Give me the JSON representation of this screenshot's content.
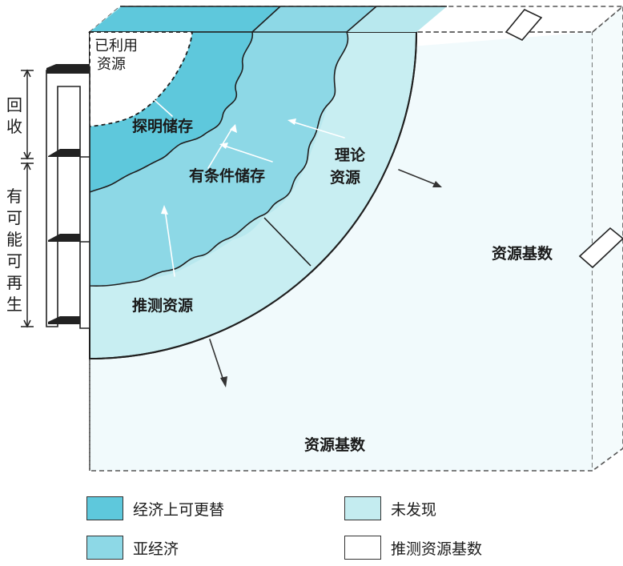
{
  "diagram": {
    "region_labels": {
      "used": [
        "已利用",
        "资源"
      ],
      "explored": "探明储存",
      "conditional": "有条件储存",
      "theoretical": [
        "理论",
        "资源"
      ],
      "speculative": "推测资源",
      "base_right": "资源基数",
      "base_bottom": "资源基数"
    },
    "side_labels": {
      "recycle": [
        "回",
        "收"
      ],
      "renewable": [
        "有",
        "可",
        "能",
        "可",
        "再",
        "生"
      ]
    }
  },
  "legend": [
    {
      "label": "经济上可更替",
      "color": "#5ec8dc"
    },
    {
      "label": "未发现",
      "color": "#c4ecf0"
    },
    {
      "label": "亚经济",
      "color": "#8dd8e6"
    },
    {
      "label": "推测资源基数",
      "color": "#ffffff"
    }
  ],
  "colors": {
    "economic": "#5ec8dc",
    "subeconomic": "#8dd8e6",
    "undiscovered": "#b8e8ee",
    "speculative": "#c8eef2",
    "base": "#eef9fb"
  }
}
